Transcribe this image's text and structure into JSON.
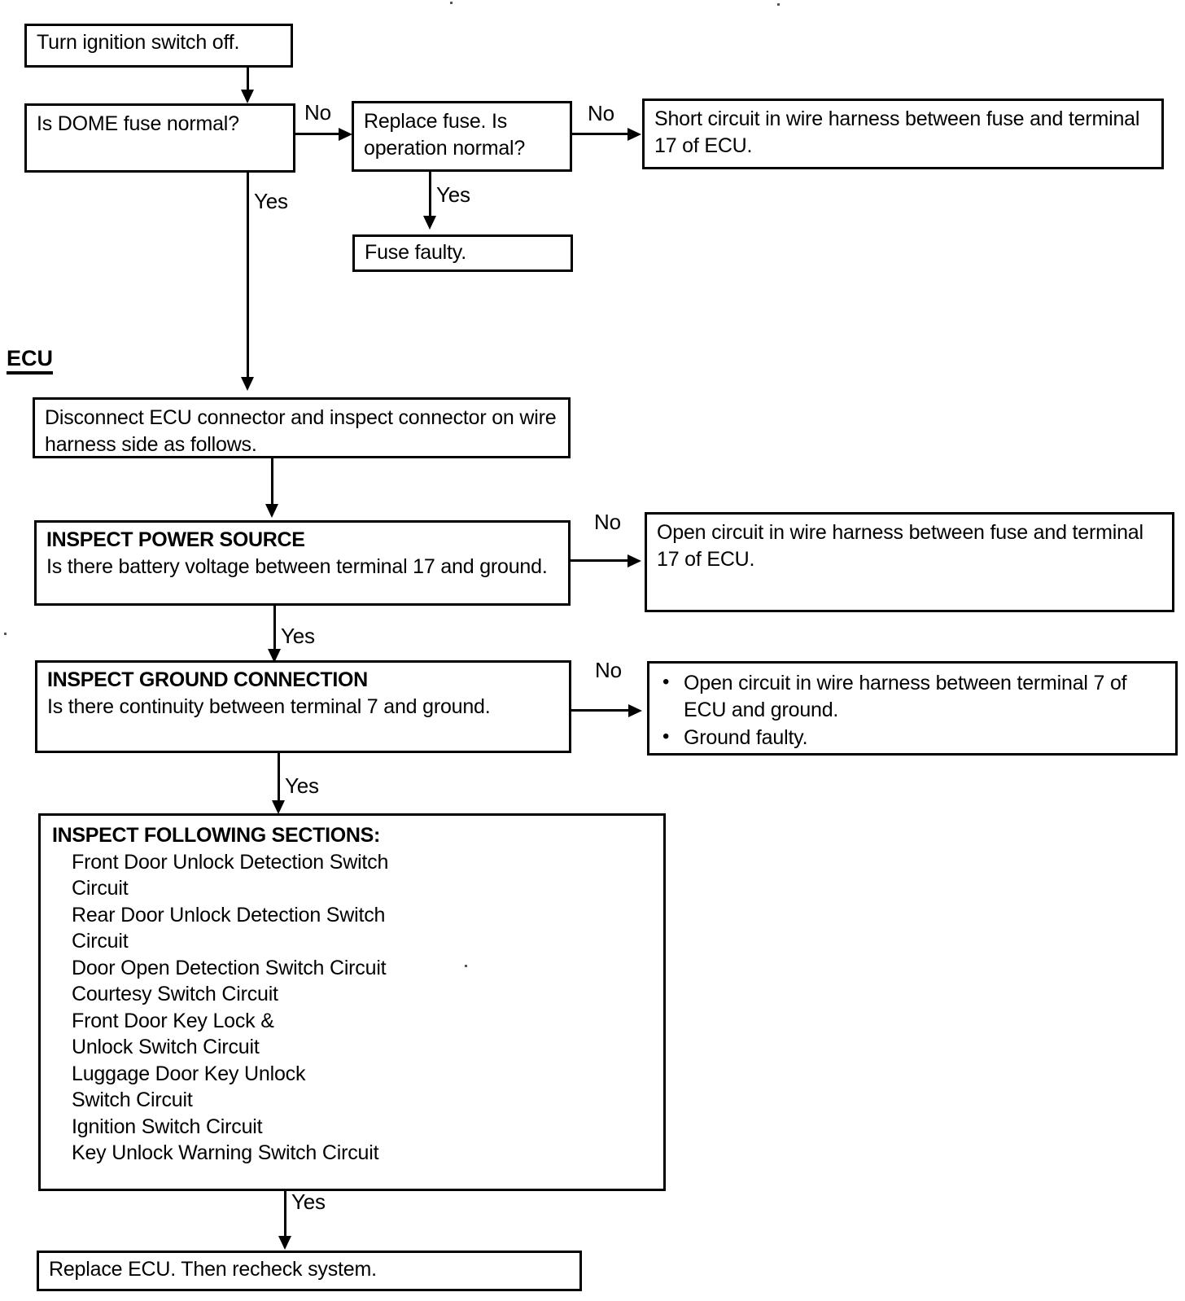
{
  "document": {
    "kind": "troubleshooting-flowchart",
    "section_heading": "ECU"
  },
  "nodes": {
    "start": {
      "text": "Turn ignition switch off."
    },
    "dome_fuse": {
      "text": "Is DOME fuse normal?"
    },
    "replace_fuse": {
      "text": "Replace fuse. Is operation normal?"
    },
    "short_circuit": {
      "text": "Short circuit in wire harness between fuse and terminal 17 of ECU."
    },
    "fuse_faulty": {
      "text": "Fuse faulty."
    },
    "disconnect": {
      "text": "Disconnect ECU connector and inspect connector on wire harness side as follows."
    },
    "power_source": {
      "title": "INSPECT POWER SOURCE",
      "body": "Is there battery voltage between terminal 17 and ground."
    },
    "open_circuit_17": {
      "text": "Open circuit in wire harness between fuse and terminal 17 of ECU."
    },
    "ground_connection": {
      "title": "INSPECT GROUND CONNECTION",
      "body": "Is there continuity between terminal 7 and ground."
    },
    "ground_faults": {
      "items": [
        "Open circuit in wire harness between terminal 7 of ECU and ground.",
        "Ground faulty."
      ]
    },
    "inspect_sections": {
      "title": "INSPECT FOLLOWING SECTIONS:",
      "items": [
        "Front Door Unlock Detection Switch\n   Circuit",
        "Rear Door Unlock Detection Switch\n   Circuit",
        "Door Open Detection Switch Circuit",
        "Courtesy Switch Circuit",
        "Front Door Key Lock &\n   Unlock Switch Circuit",
        "Luggage Door Key Unlock\n   Switch Circuit",
        "Ignition Switch Circuit",
        "Key Unlock Warning Switch Circuit"
      ]
    },
    "replace_ecu": {
      "text": "Replace ECU. Then recheck system."
    }
  },
  "edge_labels": {
    "dome_no": "No",
    "dome_yes": "Yes",
    "replace_no": "No",
    "replace_yes": "Yes",
    "power_no": "No",
    "power_yes": "Yes",
    "ground_no": "No",
    "ground_yes": "Yes",
    "sections_yes": "Yes"
  }
}
